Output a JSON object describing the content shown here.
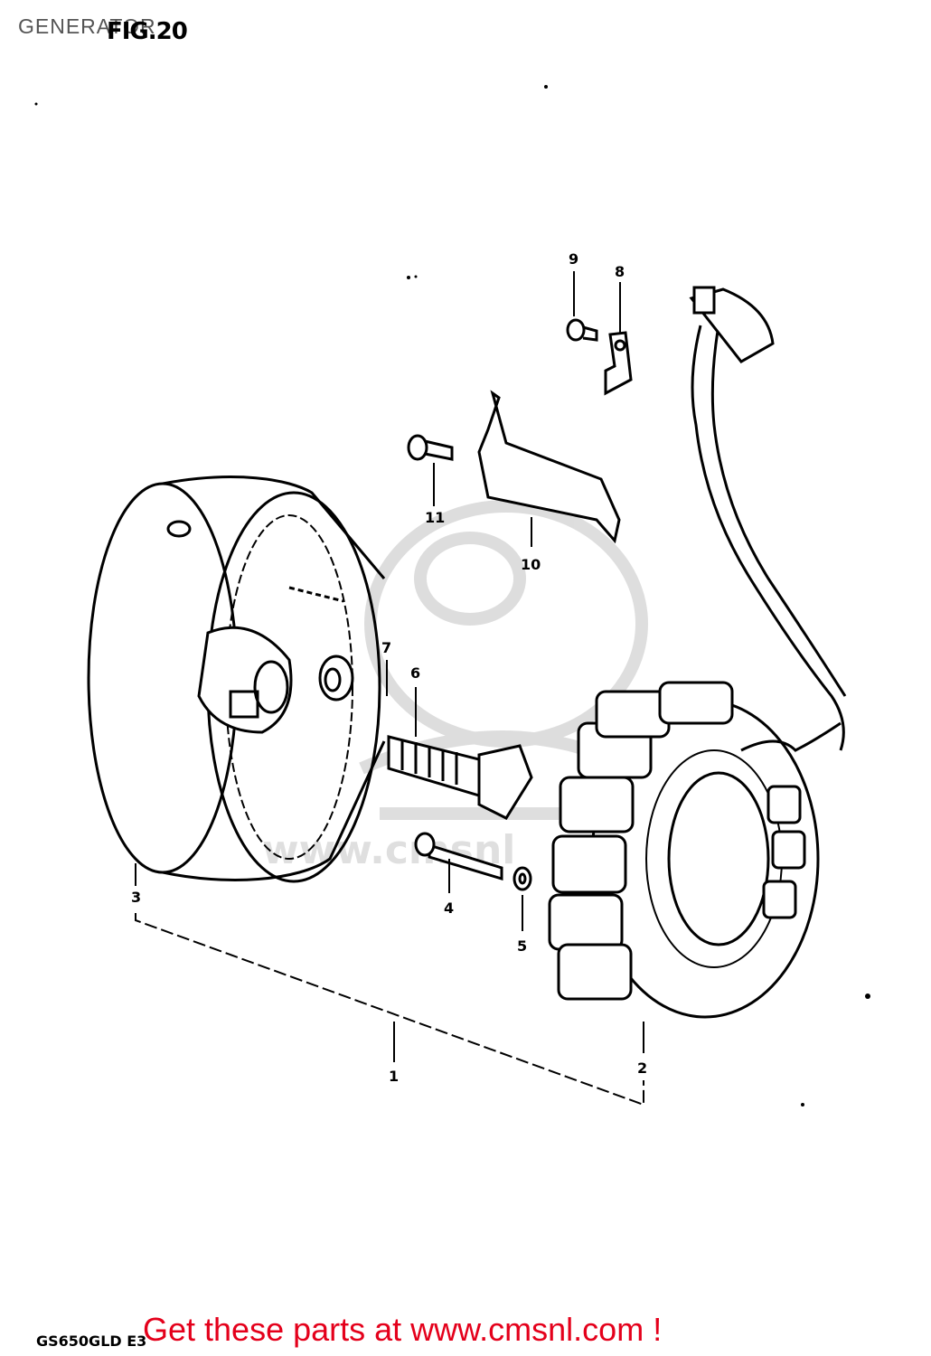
{
  "header": {
    "title": "GENERATOR",
    "figure": "FIG.20"
  },
  "diagram": {
    "callouts": [
      {
        "id": "1",
        "label": "1"
      },
      {
        "id": "2",
        "label": "2"
      },
      {
        "id": "3",
        "label": "3"
      },
      {
        "id": "4",
        "label": "4"
      },
      {
        "id": "5",
        "label": "5"
      },
      {
        "id": "6",
        "label": "6"
      },
      {
        "id": "7",
        "label": "7"
      },
      {
        "id": "8",
        "label": "8"
      },
      {
        "id": "9",
        "label": "9"
      },
      {
        "id": "10",
        "label": "10"
      },
      {
        "id": "11",
        "label": "11"
      }
    ],
    "watermark": "www.cmsnl"
  },
  "footer": {
    "model_code": "GS650GLD E3",
    "banner": "Get these parts at www.cmsnl.com !",
    "banner_color": "#e4001b"
  }
}
